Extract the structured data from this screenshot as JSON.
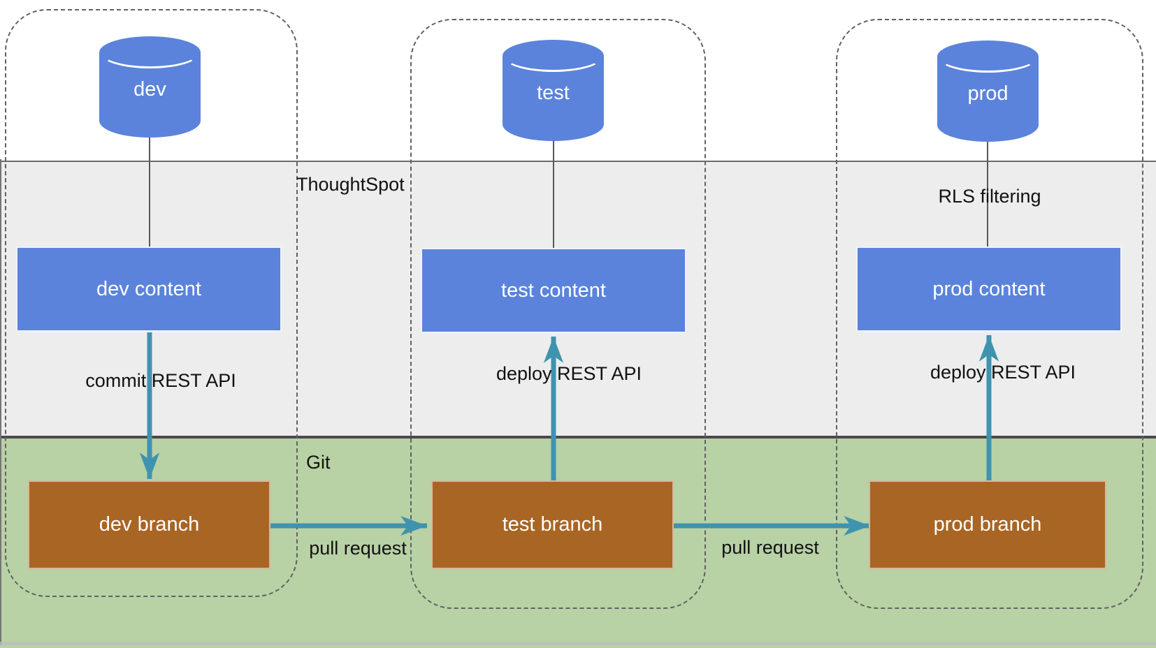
{
  "diagram": {
    "title_context": "dev / test / prod content deployment flow between ThoughtSpot and Git",
    "bands": {
      "thoughtspot": {
        "label": "ThoughtSpot",
        "bg": "#ededed"
      },
      "git": {
        "label": "Git",
        "bg": "#b8d1a5"
      }
    },
    "colors": {
      "node_blue": "#5b83db",
      "branch_brown": "#a96524",
      "arrow_teal": "#3f93af",
      "band_gray": "#ededed",
      "band_green": "#b8d1a5",
      "dashed_border": "#616161",
      "connector_gray": "#595959"
    },
    "columns": [
      {
        "id": "dev",
        "database": "dev",
        "content": "dev content",
        "branch": "dev branch"
      },
      {
        "id": "test",
        "database": "test",
        "content": "test content",
        "branch": "test branch"
      },
      {
        "id": "prod",
        "database": "prod",
        "content": "prod content",
        "branch": "prod branch"
      }
    ],
    "edges": [
      {
        "id": "commit",
        "label": "commit REST API",
        "from": "dev content",
        "to": "dev branch",
        "direction": "down"
      },
      {
        "id": "deploy-test",
        "label": "deploy REST API",
        "from": "test branch",
        "to": "test content",
        "direction": "up"
      },
      {
        "id": "deploy-prod",
        "label": "deploy REST API",
        "from": "prod branch",
        "to": "prod content",
        "direction": "up"
      },
      {
        "id": "pull-1",
        "label": "pull request",
        "from": "dev branch",
        "to": "test branch",
        "direction": "right"
      },
      {
        "id": "pull-2",
        "label": "pull request",
        "from": "test branch",
        "to": "prod branch",
        "direction": "right"
      }
    ],
    "annotations": {
      "rls": "RLS filtering"
    }
  }
}
